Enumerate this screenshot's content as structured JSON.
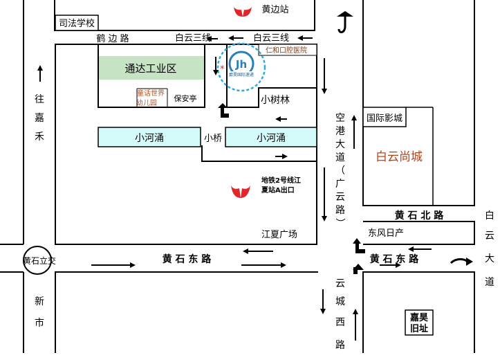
{
  "roads": {
    "hebian": "鹤 边 路",
    "baiyun_left": "白云三线",
    "baiyun_right": "白云三线",
    "huangshi_east": "黄 石 东 路",
    "huangshi_east_right": "黄 石 东 路",
    "huangshi_north": "黄 石 北 路",
    "airport_road": [
      "空",
      "港",
      "大",
      "道",
      "（",
      "广",
      "云",
      "路",
      "）"
    ],
    "baiyun_ave": [
      "白",
      "云",
      "大",
      "道"
    ],
    "yuncheng_west": [
      "云",
      "城",
      "西",
      "路"
    ],
    "to_jiahe": [
      "往",
      "嘉",
      "禾"
    ],
    "to_xinshi": [
      "新",
      "市"
    ]
  },
  "places": {
    "sifa_school": "司法学校",
    "huangbian_station": "黄边站",
    "tongda_park": "通达工业区",
    "kindergarten": [
      "童话世界",
      "幼儿园"
    ],
    "guard_booth": "保安亭",
    "dental_clinic": "仁和口腔医院",
    "company_logo_text": "爵昊国际速递",
    "xiaoshulin": "小树林",
    "canal_left": "小河涌",
    "canal_right": "小河涌",
    "bridge": "小桥",
    "metro_exit": [
      "地铁2号线江",
      "夏站A出口"
    ],
    "jiangxia_square": "江夏广场",
    "international_cinema": "国际影城",
    "baiyun_mall": "白云尚城",
    "dongfeng": "东风日产",
    "huangshi_interchange": "黄石立交",
    "jiahao_old_site": [
      "嘉昊",
      "旧址"
    ]
  },
  "colors": {
    "road_line": "#000000",
    "park_fill": "#c6e4c4",
    "canal_fill": "#d4fafa",
    "metro_logo": "#e0252b",
    "highlight_circle": "#29abe2",
    "mall_text": "#b1441b",
    "kindergarten_text": "#b5552a",
    "clinic_text": "#7a3b1d"
  }
}
